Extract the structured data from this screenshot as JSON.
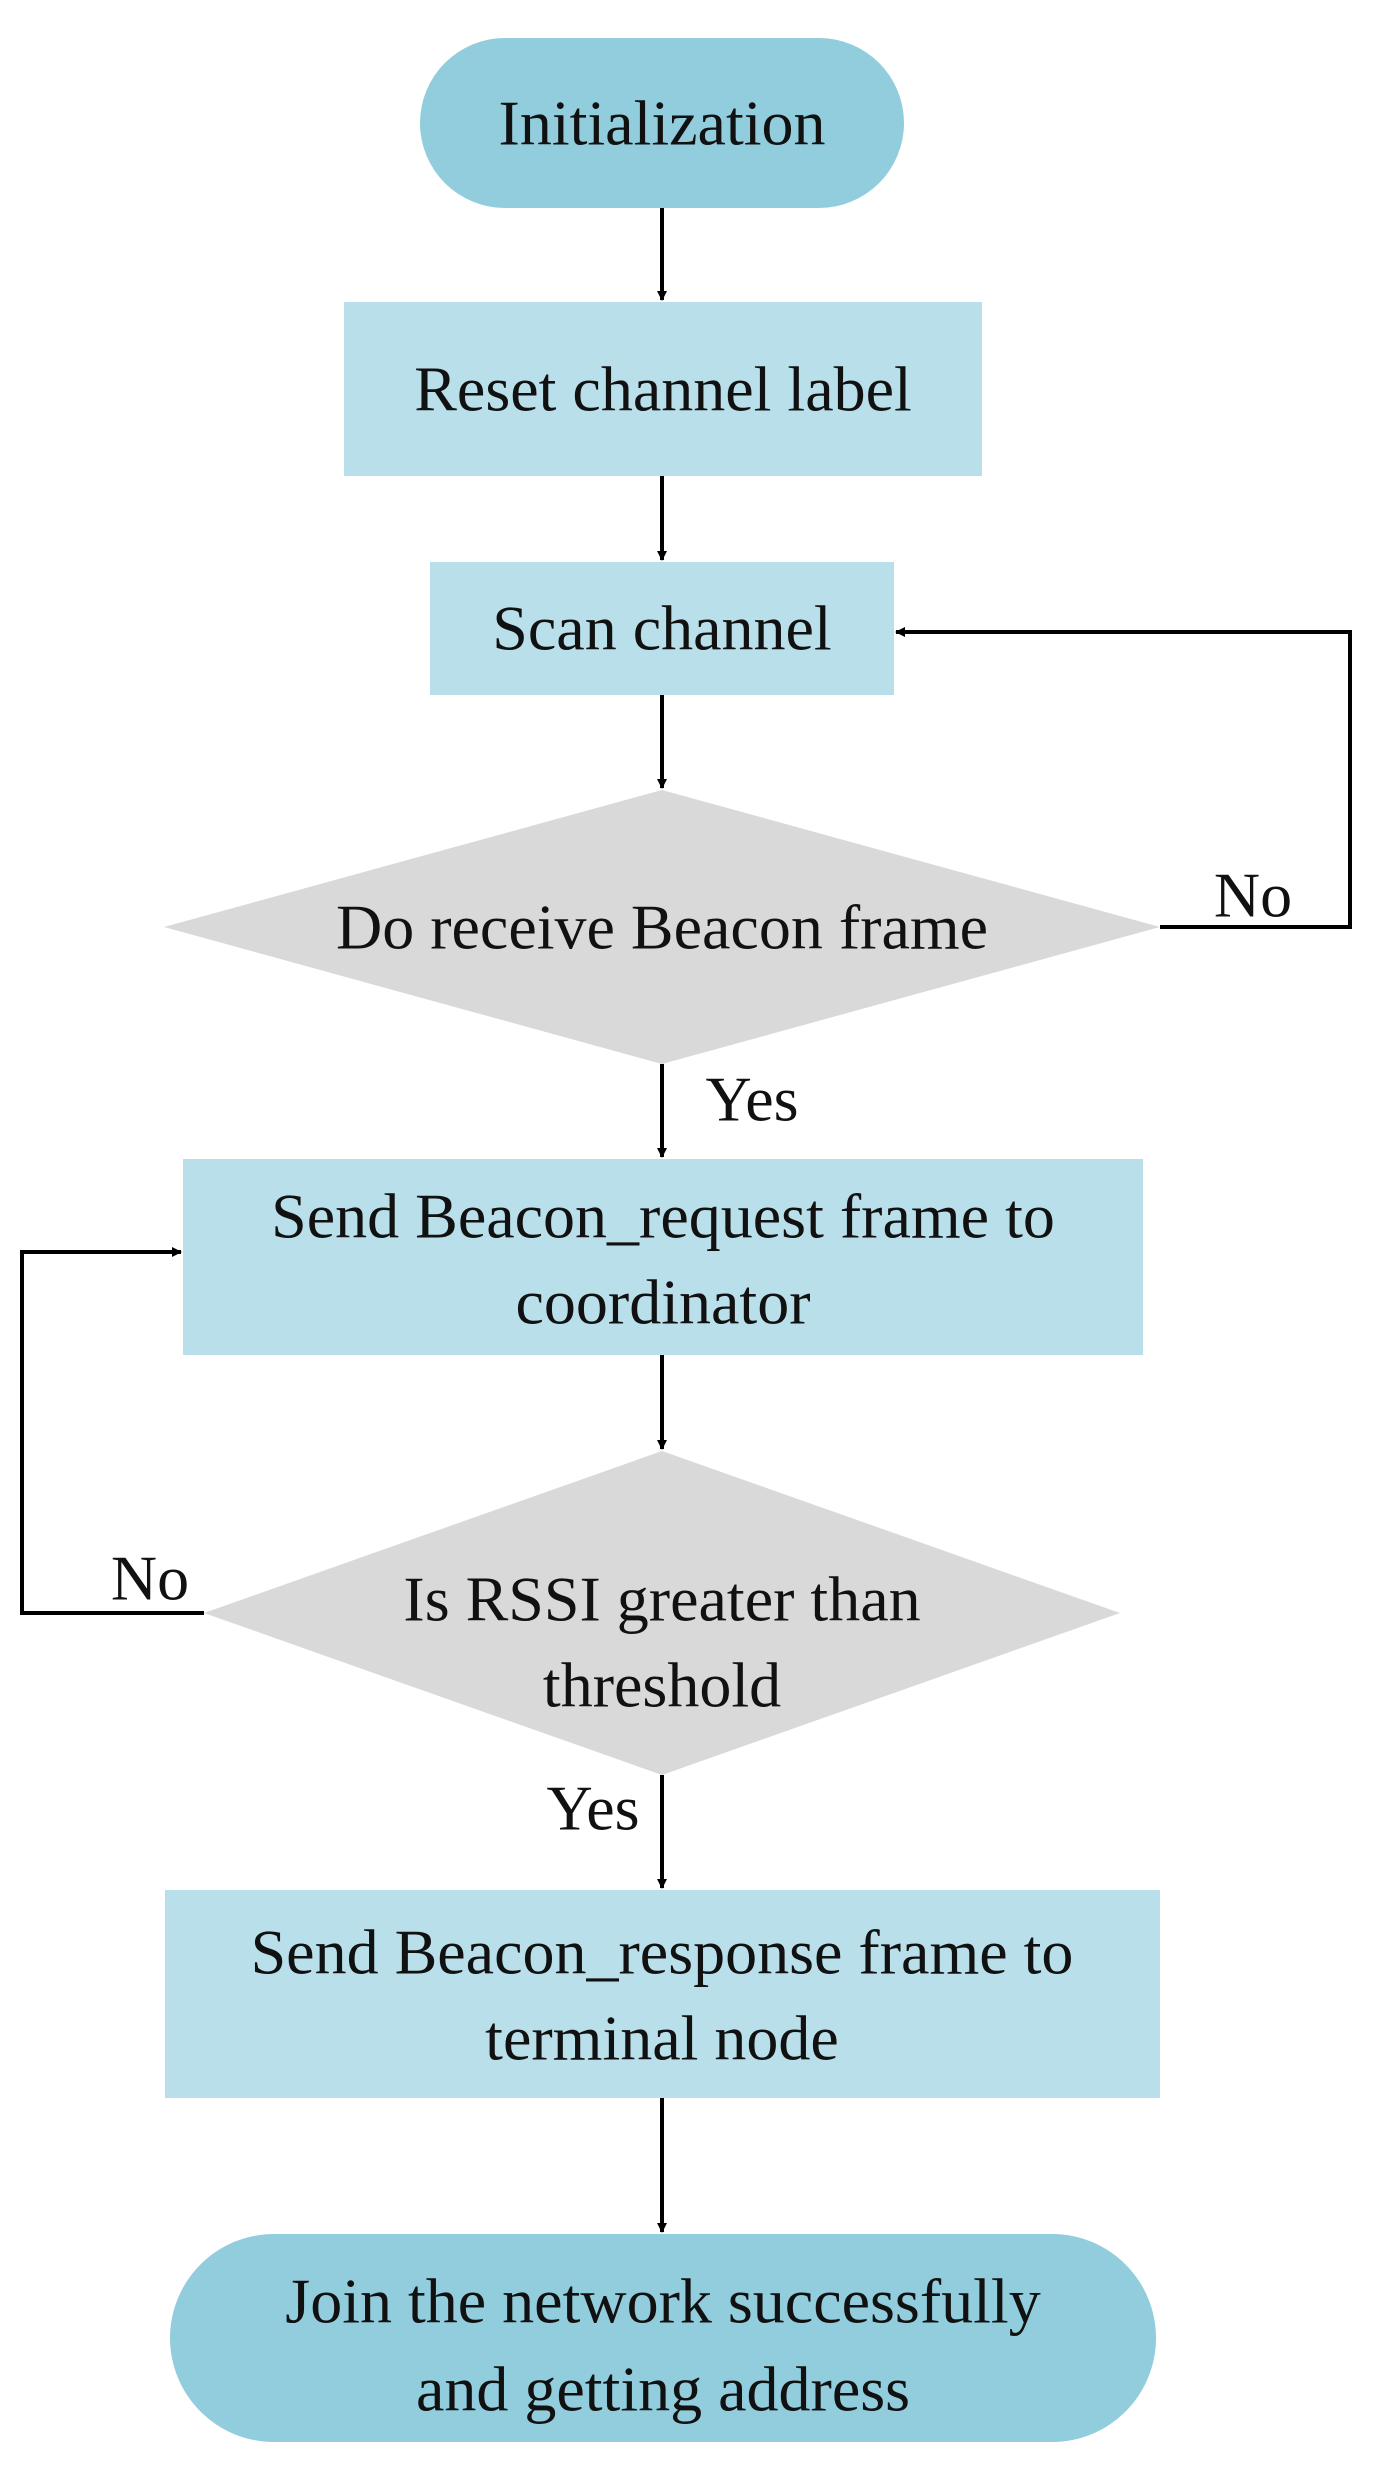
{
  "colors": {
    "terminal_fill": "#91CDDC",
    "process_fill": "#B8DFEA",
    "decision_fill": "#D9D9D9",
    "line": "#000000",
    "text": "#111111"
  },
  "nodes": {
    "start": {
      "lines": [
        "Initialization"
      ]
    },
    "reset": {
      "lines": [
        "Reset channel label"
      ]
    },
    "scan": {
      "lines": [
        "Scan channel"
      ]
    },
    "beacon_check": {
      "lines": [
        "Do receive Beacon frame"
      ]
    },
    "send_request": {
      "lines": [
        "Send Beacon_request frame to",
        "coordinator"
      ]
    },
    "rssi_check": {
      "lines": [
        "Is RSSI greater than",
        "threshold"
      ]
    },
    "send_response": {
      "lines": [
        "Send Beacon_response frame to",
        "terminal node"
      ]
    },
    "end": {
      "lines": [
        "Join the network successfully",
        "and getting address"
      ]
    }
  },
  "edge_labels": {
    "beacon_no": "No",
    "beacon_yes": "Yes",
    "rssi_no": "No",
    "rssi_yes": "Yes"
  }
}
